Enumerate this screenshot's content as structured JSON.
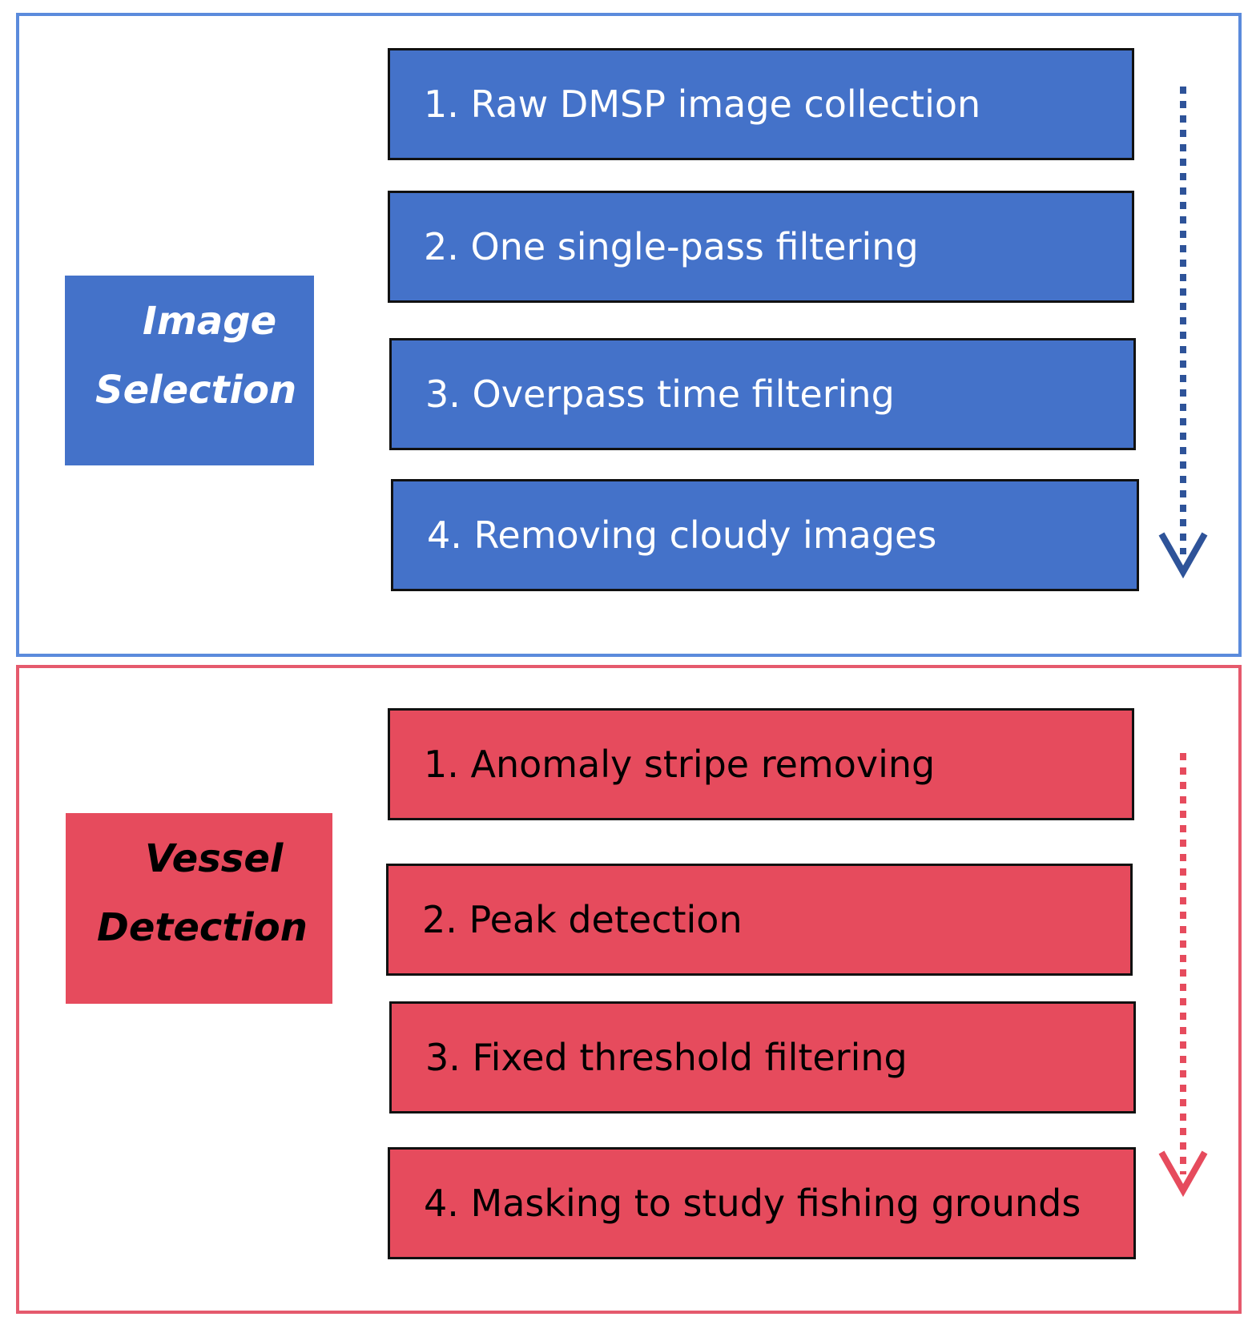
{
  "sections": [
    {
      "label_line1": "Image",
      "label_line2": "Selection",
      "color": "#4472c9",
      "border_color": "#5b8bdc",
      "steps": [
        "1. Raw DMSP image collection",
        "2. One single-pass filtering",
        "3. Overpass time filtering",
        "4. Removing cloudy images"
      ]
    },
    {
      "label_line1": "Vessel",
      "label_line2": "Detection",
      "color": "#e64b5d",
      "border_color": "#e55a6d",
      "steps": [
        "1. Anomaly stripe removing",
        "2. Peak detection",
        "3. Fixed threshold filtering",
        "4. Masking to study fishing grounds"
      ]
    }
  ],
  "flow_arrow_icon": "dotted-down-arrow-icon"
}
